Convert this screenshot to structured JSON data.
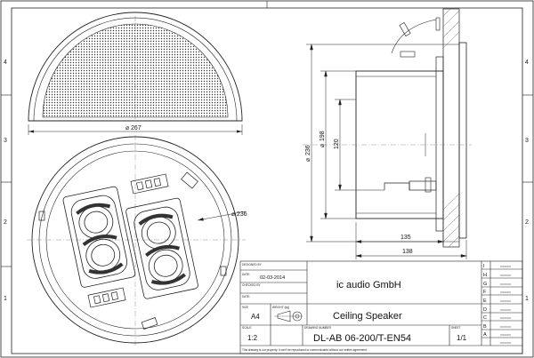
{
  "drawing": {
    "zones_rows": [
      "4",
      "3",
      "2",
      "1"
    ],
    "zones_cols_right": [
      "I",
      "H",
      "G",
      "F",
      "E",
      "D",
      "C",
      "B",
      "A"
    ],
    "dims": {
      "top_diameter": "267",
      "bottom_diameter": "236",
      "side_diameter_outer": "236",
      "side_diameter_inner": "198",
      "side_height": "120",
      "depth_135": "135",
      "depth_138": "138"
    }
  },
  "title_block": {
    "designed_by_label": "DESIGNED BY",
    "date_label_1": "DATE:",
    "date_value": "02-03-2014",
    "checked_by_label": "CHECKED BY",
    "date_label_2": "DATE:",
    "company": "ic audio GmbH",
    "size_label": "SIZE",
    "size_value": "A4",
    "weight_label": "WEIGHT (kg)",
    "title": "Ceiling Speaker",
    "scale_label": "SCALE",
    "scale_value": "1:2",
    "drawing_number_label": "DRAWING NUMBER",
    "drawing_number": "DL-AB 06-200/T-EN54",
    "sheet_label": "SHEET",
    "sheet_value": "1/1",
    "footer": "This drawing is our property; it can't be reproduced or communicated without our written agreement."
  },
  "colors": {
    "line": "#1a1a1a",
    "background": "#ffffff"
  }
}
